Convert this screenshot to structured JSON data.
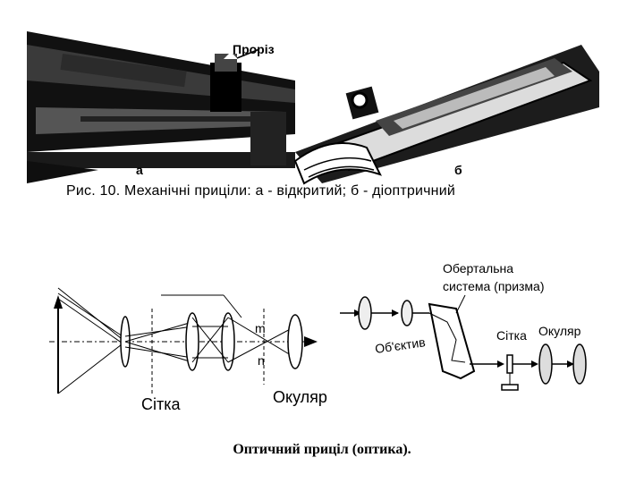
{
  "top_figure": {
    "label_slot": "Проріз",
    "label_a": "a",
    "label_b": "б",
    "caption": "Рис. 10. Механічні приціли: а - відкритий; б - діоптричний"
  },
  "optics_left": {
    "label_grid": "Сітка",
    "label_eyepiece": "Окуляр",
    "label_m": "m",
    "label_n": "n"
  },
  "optics_right": {
    "label_prism_system": "Обертальна система (призма)",
    "label_prism_line1": "Обертальна",
    "label_prism_line2": "система (призма)",
    "label_objective": "Об'єктив",
    "label_grid": "Сітка",
    "label_eyepiece": "Окуляр"
  },
  "bottom_caption": "Оптичний приціл (оптика)."
}
